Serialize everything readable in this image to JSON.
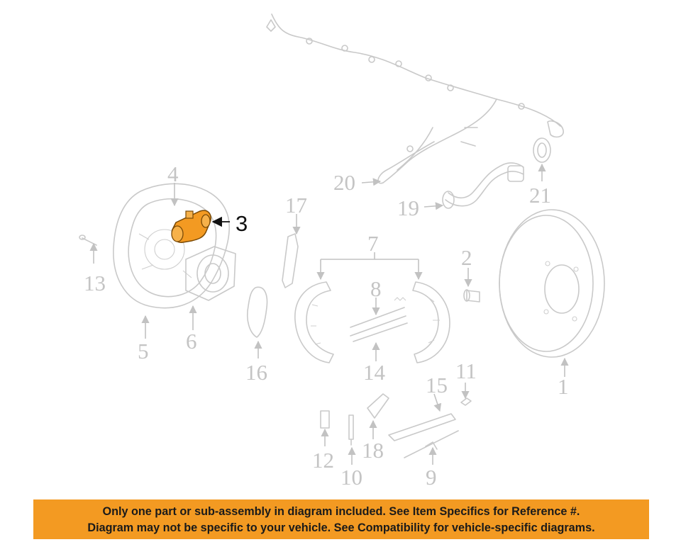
{
  "diagram": {
    "highlight_color": "#f39a22",
    "callouts": [
      {
        "id": "1",
        "label": "1"
      },
      {
        "id": "2",
        "label": "2"
      },
      {
        "id": "3",
        "label": "3",
        "highlighted": true
      },
      {
        "id": "4",
        "label": "4"
      },
      {
        "id": "5",
        "label": "5"
      },
      {
        "id": "6",
        "label": "6"
      },
      {
        "id": "7",
        "label": "7"
      },
      {
        "id": "8",
        "label": "8"
      },
      {
        "id": "9",
        "label": "9"
      },
      {
        "id": "10",
        "label": "10"
      },
      {
        "id": "11",
        "label": "11"
      },
      {
        "id": "12",
        "label": "12"
      },
      {
        "id": "13",
        "label": "13"
      },
      {
        "id": "14",
        "label": "14"
      },
      {
        "id": "15",
        "label": "15"
      },
      {
        "id": "16",
        "label": "16"
      },
      {
        "id": "17",
        "label": "17"
      },
      {
        "id": "18",
        "label": "18"
      },
      {
        "id": "19",
        "label": "19"
      },
      {
        "id": "20",
        "label": "20"
      },
      {
        "id": "21",
        "label": "21"
      }
    ]
  },
  "notice": {
    "background_color": "#f39a22",
    "line1": "Only one part or sub-assembly in diagram included. See Item Specifics for Reference #.",
    "line2": "Diagram may not be specific to your vehicle. See Compatibility for vehicle-specific diagrams."
  }
}
